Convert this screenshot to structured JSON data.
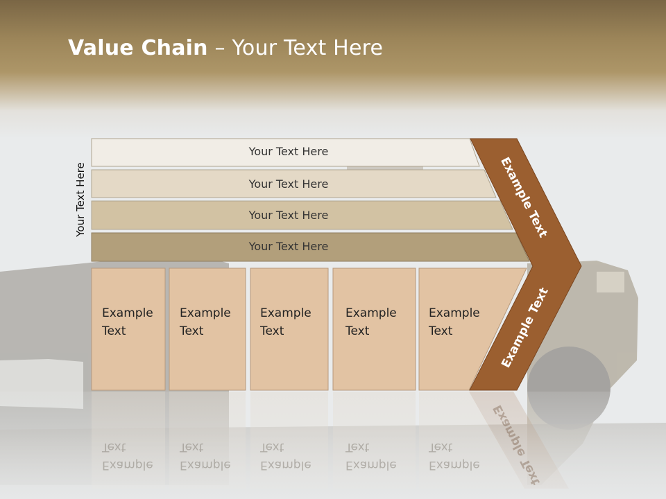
{
  "slide": {
    "title_bold": "Value Chain",
    "title_rest": " – Your Text Here",
    "side_label": "Your Text Here"
  },
  "rows": [
    {
      "label": "Your Text Here",
      "color": "#f1ede6"
    },
    {
      "label": "Your Text Here",
      "color": "#e4d9c6"
    },
    {
      "label": "Your Text Here",
      "color": "#d2c2a3"
    },
    {
      "label": "Your Text Here",
      "color": "#b29f7b"
    }
  ],
  "boxes": [
    {
      "line1": "Example",
      "line2": "Text"
    },
    {
      "line1": "Example",
      "line2": "Text"
    },
    {
      "line1": "Example",
      "line2": "Text"
    },
    {
      "line1": "Example",
      "line2": "Text"
    },
    {
      "line1": "Example",
      "line2": "Text"
    }
  ],
  "chevron": {
    "upper_label": "Example Text",
    "lower_label": "Example Text",
    "color": "#9b5f30"
  },
  "colors": {
    "box_fill": "#e2c3a3",
    "header": "#a08a5e"
  }
}
